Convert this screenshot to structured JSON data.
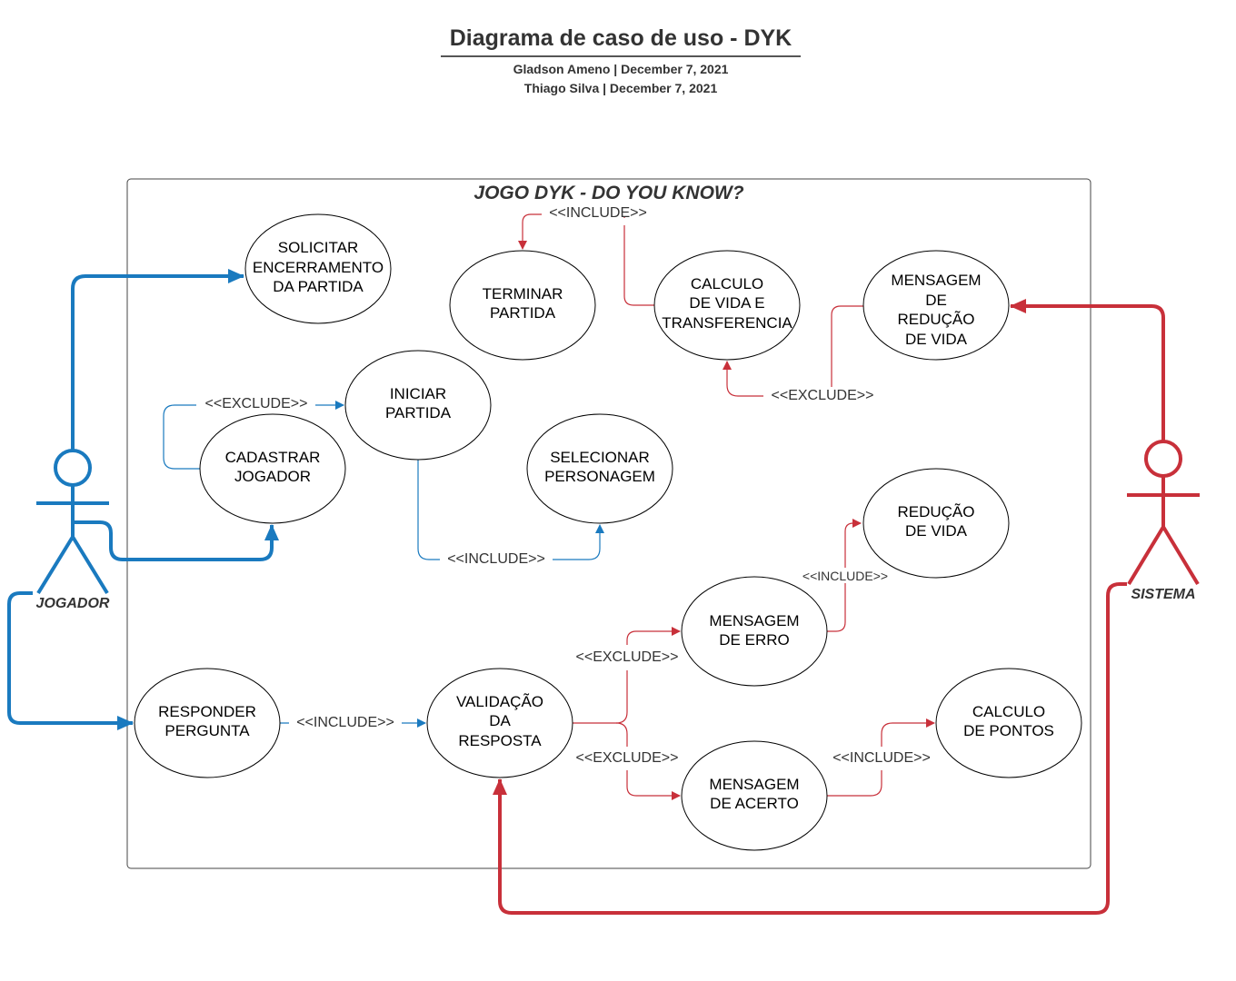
{
  "header": {
    "title": "Diagrama de caso de uso - DYK",
    "author1": "Gladson Ameno  |  December 7, 2021",
    "author2": "Thiago Silva  |  December 7, 2021"
  },
  "system_title": "JOGO DYK - DO YOU KNOW?",
  "actors": {
    "jogador": "JOGADOR",
    "sistema": "SISTEMA"
  },
  "use_cases": {
    "solicitar": [
      "SOLICITAR",
      "ENCERRAMENTO",
      "DA PARTIDA"
    ],
    "terminar": [
      "TERMINAR",
      "PARTIDA"
    ],
    "calculo_vida": [
      "CALCULO",
      "DE VIDA E",
      "TRANSFERENCIA"
    ],
    "mensagem_reducao": [
      "MENSAGEM",
      "DE",
      "REDUÇÃO",
      "DE VIDA"
    ],
    "iniciar": [
      "INICIAR",
      "PARTIDA"
    ],
    "cadastrar": [
      "CADASTRAR",
      "JOGADOR"
    ],
    "selecionar": [
      "SELECIONAR",
      "PERSONAGEM"
    ],
    "reducao_vida": [
      "REDUÇÃO",
      "DE VIDA"
    ],
    "mensagem_erro": [
      "MENSAGEM",
      "DE ERRO"
    ],
    "responder": [
      "RESPONDER",
      "PERGUNTA"
    ],
    "validacao": [
      "VALIDAÇÃO",
      "DA",
      "RESPOSTA"
    ],
    "calculo_pontos": [
      "CALCULO",
      "DE PONTOS"
    ],
    "mensagem_acerto": [
      "MENSAGEM",
      "DE ACERTO"
    ]
  },
  "relations": {
    "include_top": "<<INCLUDE>>",
    "exclude_cadastrar": "<<EXCLUDE>>",
    "exclude_calculo": "<<EXCLUDE>>",
    "include_selecionar": "<<INCLUDE>>",
    "include_reducao": "<<INCLUDE>>",
    "exclude_erro": "<<EXCLUDE>>",
    "include_validacao": "<<INCLUDE>>",
    "exclude_acerto": "<<EXCLUDE>>",
    "include_pontos": "<<INCLUDE>>"
  },
  "colors": {
    "jogador": "#1a7abf",
    "sistema": "#c8303a"
  }
}
